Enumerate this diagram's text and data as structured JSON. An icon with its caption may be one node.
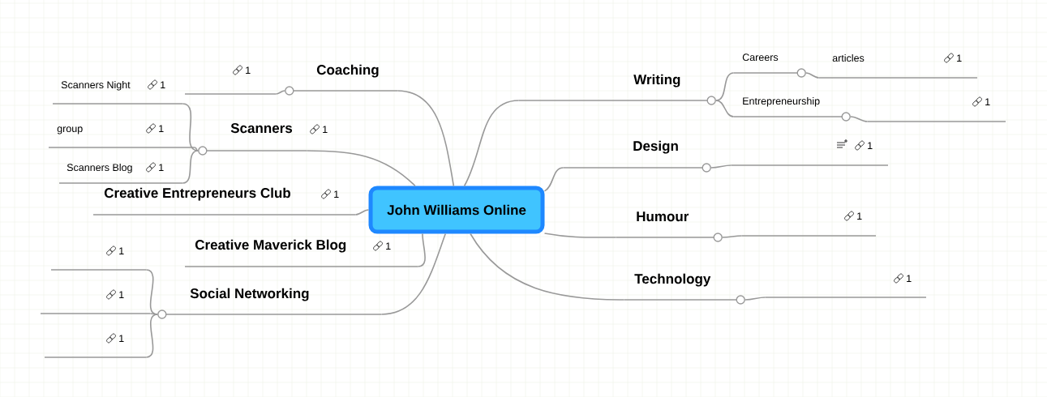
{
  "diagram": {
    "nodes": [
      {
        "text": [
          "John Williams Online"
        ]
      },
      {
        "text": [
          "Coaching"
        ]
      },
      {
        "text": [
          "Scanners"
        ],
        "beside": [
          "1"
        ]
      },
      {
        "text": [
          "Creative Entrepreneurs Club"
        ],
        "beside": [
          "1"
        ]
      },
      {
        "text": [
          "Creative Maverick Blog"
        ],
        "beside": [
          "1"
        ]
      },
      {
        "text": [
          "Social Networking"
        ]
      },
      {
        "text": [
          "Writing"
        ]
      },
      {
        "text": [
          "Design"
        ]
      },
      {
        "text": [
          "Humour"
        ]
      },
      {
        "text": [
          "Technology"
        ]
      },
      {
        "text": [
          "Careers"
        ]
      },
      {
        "text": [
          "Entrepreneurship"
        ]
      },
      {
        "text": [
          "articles"
        ],
        "beside": [
          "1"
        ]
      },
      {
        "text": [],
        "shape": "bar",
        "beside": [
          "1"
        ]
      },
      {
        "text": [],
        "shape": "bar",
        "beside": [
          "1"
        ]
      },
      {
        "text": [],
        "shape": "bar",
        "beside": [
          "1"
        ]
      },
      {
        "text": [],
        "shape": "bar",
        "beside": [
          "1"
        ]
      },
      {
        "text": [],
        "shape": "bar",
        "beside": [
          "1"
        ]
      },
      {
        "text": [
          "Scanners Night"
        ],
        "beside": [
          "1"
        ]
      },
      {
        "text": [
          "group"
        ],
        "beside": [
          "1"
        ]
      },
      {
        "text": [
          "Scanners Blog"
        ],
        "beside": [
          "1"
        ]
      },
      {
        "text": [],
        "shape": "bar",
        "beside": [
          "1"
        ]
      },
      {
        "text": [],
        "shape": "bar",
        "beside": [
          "1"
        ]
      },
      {
        "text": [],
        "shape": "bar",
        "beside": [
          "1"
        ]
      }
    ],
    "edges": [
      {
        "from": 0,
        "to": 1,
        "arrow": "none"
      },
      {
        "from": 0,
        "to": 2,
        "arrow": "none"
      },
      {
        "from": 0,
        "to": 3,
        "arrow": "none"
      },
      {
        "from": 0,
        "to": 4,
        "arrow": "none"
      },
      {
        "from": 0,
        "to": 5,
        "arrow": "none"
      },
      {
        "from": 0,
        "to": 6,
        "arrow": "none"
      },
      {
        "from": 0,
        "to": 7,
        "arrow": "none"
      },
      {
        "from": 0,
        "to": 8,
        "arrow": "none"
      },
      {
        "from": 0,
        "to": 9,
        "arrow": "none"
      },
      {
        "from": 1,
        "to": 17,
        "arrow": "none"
      },
      {
        "from": 2,
        "to": 18,
        "arrow": "none"
      },
      {
        "from": 2,
        "to": 19,
        "arrow": "none"
      },
      {
        "from": 2,
        "to": 20,
        "arrow": "none"
      },
      {
        "from": 5,
        "to": 21,
        "arrow": "none"
      },
      {
        "from": 5,
        "to": 22,
        "arrow": "none"
      },
      {
        "from": 5,
        "to": 23,
        "arrow": "none"
      },
      {
        "from": 6,
        "to": 10,
        "arrow": "none"
      },
      {
        "from": 6,
        "to": 11,
        "arrow": "none"
      },
      {
        "from": 10,
        "to": 12,
        "arrow": "none"
      },
      {
        "from": 11,
        "to": 13,
        "arrow": "none"
      },
      {
        "from": 7,
        "to": 14,
        "arrow": "none"
      },
      {
        "from": 8,
        "to": 15,
        "arrow": "none"
      },
      {
        "from": 9,
        "to": 16,
        "arrow": "none"
      }
    ]
  }
}
